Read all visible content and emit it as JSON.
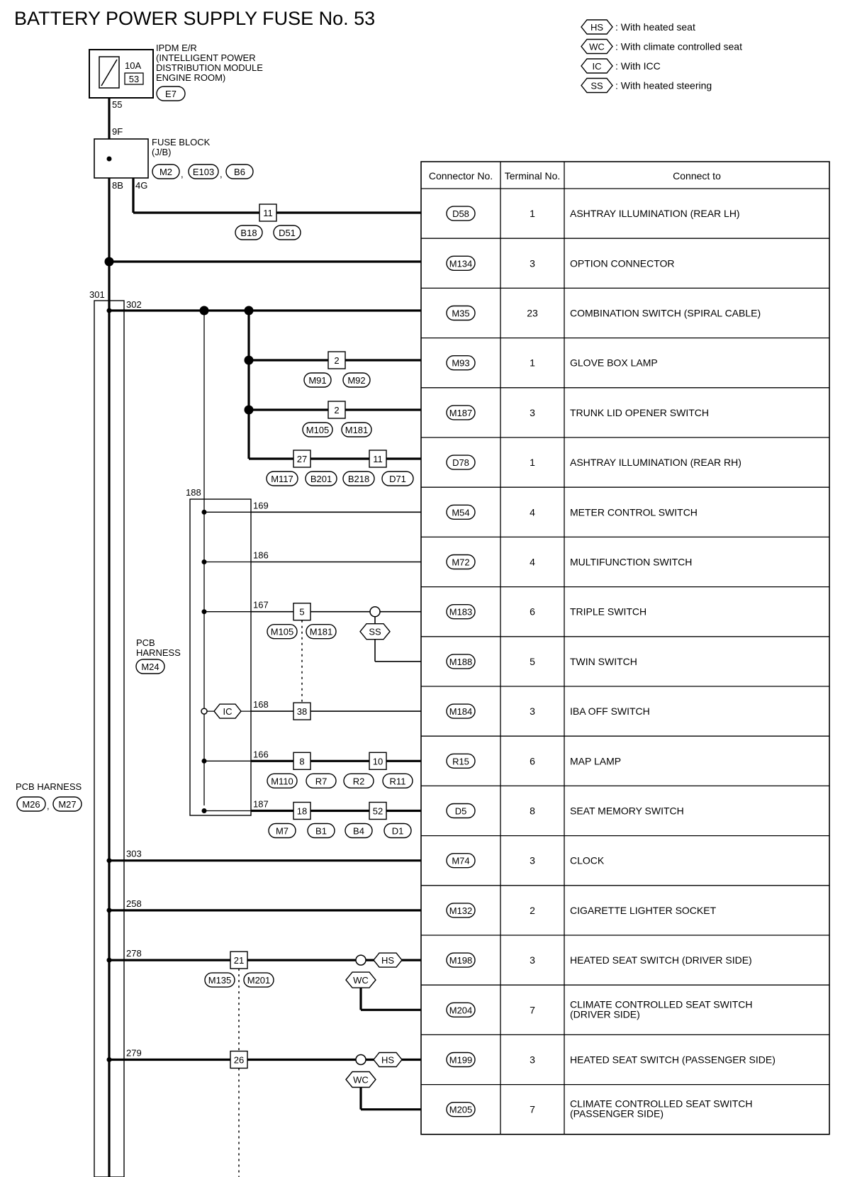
{
  "title": "BATTERY POWER SUPPLY FUSE No. 53",
  "legend": [
    {
      "code": "HS",
      "text": ": With heated seat"
    },
    {
      "code": "WC",
      "text": ": With climate controlled seat"
    },
    {
      "code": "IC",
      "text": ": With ICC"
    },
    {
      "code": "SS",
      "text": ": With heated steering"
    }
  ],
  "ipdm": {
    "label_lines": [
      "IPDM E/R",
      "(INTELLIGENT POWER",
      "DISTRIBUTION MODULE",
      "ENGINE ROOM)"
    ],
    "fuse_amp": "10A",
    "fuse_no": "53",
    "connector": "E7",
    "terminal_out": "55"
  },
  "fuse_block": {
    "label_lines": [
      "FUSE BLOCK",
      "(J/B)"
    ],
    "terminal_in": "9F",
    "terminal_a": "8B",
    "terminal_b": "4G",
    "connectors": [
      "M2",
      "E103",
      "B6"
    ]
  },
  "pcb_harness_main": {
    "label": "PCB HARNESS",
    "connectors": [
      "M26",
      "M27"
    ]
  },
  "pcb_harness_inner": {
    "label_lines": [
      "PCB",
      "HARNESS"
    ],
    "connector": "M24"
  },
  "wire_numbers": {
    "w301": "301",
    "w302": "302",
    "w188": "188",
    "w169": "169",
    "w186": "186",
    "w167": "167",
    "w168": "168",
    "w166": "166",
    "w187": "187",
    "w303": "303",
    "w258": "258",
    "w278": "278",
    "w279": "279"
  },
  "inline_connectors": {
    "b_r1": {
      "pin": "11",
      "names": [
        "B18",
        "D51"
      ]
    },
    "b_r4": {
      "pin": "2",
      "names": [
        "M91",
        "M92"
      ]
    },
    "b_r5": {
      "pin": "2",
      "names": [
        "M105",
        "M181"
      ]
    },
    "b_r6a": {
      "pin": "27"
    },
    "b_r6b": {
      "pin": "11"
    },
    "r6_names": [
      "M117",
      "B201",
      "B218",
      "D71"
    ],
    "b_r9": {
      "pin": "5",
      "names": [
        "M105",
        "M181"
      ]
    },
    "b_r11": {
      "pin": "38"
    },
    "b_r12a": {
      "pin": "8"
    },
    "b_r12b": {
      "pin": "10"
    },
    "r12_names": [
      "M110",
      "R7",
      "R2",
      "R11"
    ],
    "b_r13a": {
      "pin": "18"
    },
    "b_r13b": {
      "pin": "52"
    },
    "r13_names": [
      "M7",
      "B1",
      "B4",
      "D1"
    ],
    "b_r16": {
      "pin": "21",
      "names": [
        "M135",
        "M201"
      ]
    },
    "b_r18": {
      "pin": "26"
    }
  },
  "option_tags": {
    "ss": "SS",
    "ic": "IC",
    "hs1": "HS",
    "wc1": "WC",
    "hs2": "HS",
    "wc2": "WC"
  },
  "table": {
    "headers": [
      "Connector No.",
      "Terminal No.",
      "Connect to"
    ],
    "rows": [
      {
        "connector": "D58",
        "terminal": "1",
        "connect_to": [
          "ASHTRAY ILLUMINATION (REAR LH)"
        ]
      },
      {
        "connector": "M134",
        "terminal": "3",
        "connect_to": [
          "OPTION CONNECTOR"
        ]
      },
      {
        "connector": "M35",
        "terminal": "23",
        "connect_to": [
          "COMBINATION SWITCH (SPIRAL CABLE)"
        ]
      },
      {
        "connector": "M93",
        "terminal": "1",
        "connect_to": [
          "GLOVE BOX LAMP"
        ]
      },
      {
        "connector": "M187",
        "terminal": "3",
        "connect_to": [
          "TRUNK LID OPENER SWITCH"
        ]
      },
      {
        "connector": "D78",
        "terminal": "1",
        "connect_to": [
          "ASHTRAY ILLUMINATION (REAR RH)"
        ]
      },
      {
        "connector": "M54",
        "terminal": "4",
        "connect_to": [
          "METER CONTROL SWITCH"
        ]
      },
      {
        "connector": "M72",
        "terminal": "4",
        "connect_to": [
          "MULTIFUNCTION SWITCH"
        ]
      },
      {
        "connector": "M183",
        "terminal": "6",
        "connect_to": [
          "TRIPLE SWITCH"
        ]
      },
      {
        "connector": "M188",
        "terminal": "5",
        "connect_to": [
          "TWIN SWITCH"
        ]
      },
      {
        "connector": "M184",
        "terminal": "3",
        "connect_to": [
          "IBA OFF SWITCH"
        ]
      },
      {
        "connector": "R15",
        "terminal": "6",
        "connect_to": [
          "MAP LAMP"
        ]
      },
      {
        "connector": "D5",
        "terminal": "8",
        "connect_to": [
          "SEAT MEMORY SWITCH"
        ]
      },
      {
        "connector": "M74",
        "terminal": "3",
        "connect_to": [
          "CLOCK"
        ]
      },
      {
        "connector": "M132",
        "terminal": "2",
        "connect_to": [
          "CIGARETTE LIGHTER SOCKET"
        ]
      },
      {
        "connector": "M198",
        "terminal": "3",
        "connect_to": [
          "HEATED SEAT SWITCH (DRIVER SIDE)"
        ]
      },
      {
        "connector": "M204",
        "terminal": "7",
        "connect_to": [
          "CLIMATE CONTROLLED SEAT SWITCH",
          "(DRIVER SIDE)"
        ]
      },
      {
        "connector": "M199",
        "terminal": "3",
        "connect_to": [
          "HEATED SEAT SWITCH (PASSENGER SIDE)"
        ]
      },
      {
        "connector": "M205",
        "terminal": "7",
        "connect_to": [
          "CLIMATE CONTROLLED SEAT SWITCH",
          "(PASSENGER SIDE)"
        ]
      }
    ]
  }
}
